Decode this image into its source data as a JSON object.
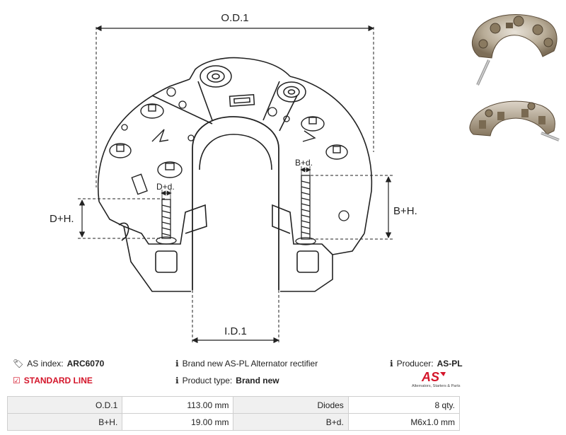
{
  "drawing": {
    "od_label": "O.D.1",
    "id_label": "I.D.1",
    "dh_label": "D+H.",
    "bh_label": "B+H.",
    "dd_label": "D+d.",
    "bd_label": "B+d."
  },
  "info": {
    "as_index_label": "AS index:",
    "as_index_value": "ARC6070",
    "line_label": "STANDARD LINE",
    "description": "Brand new AS-PL Alternator rectifier",
    "product_type_label": "Product type:",
    "product_type_value": "Brand new",
    "producer_label": "Producer:",
    "producer_value": "AS-PL"
  },
  "logo": {
    "brand": "AS",
    "tagline": "Alternators, Starters & Parts"
  },
  "colors": {
    "accent": "#d4152a"
  },
  "specs": [
    {
      "key1": "O.D.1",
      "val1": "113.00 mm",
      "key2": "Diodes",
      "val2": "8 qty."
    },
    {
      "key1": "B+H.",
      "val1": "19.00 mm",
      "key2": "B+d.",
      "val2": "M6x1.0 mm"
    }
  ]
}
